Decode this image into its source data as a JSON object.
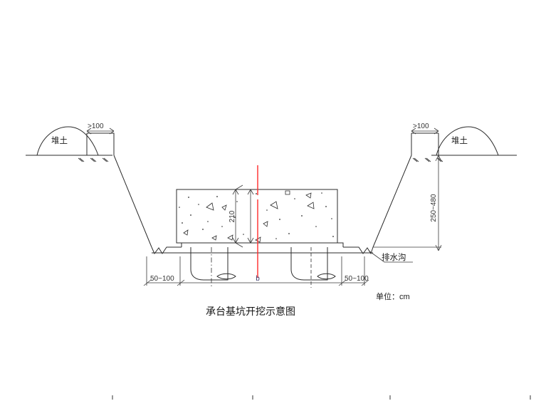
{
  "drawing": {
    "title": "承台基坑开挖示意图",
    "unit_note": "单位：cm",
    "labels": {
      "soil_pile_left": "堆土",
      "soil_pile_right": "堆土",
      "drain_ditch": "排水沟"
    },
    "dimensions": {
      "berm_left": ">100",
      "berm_right": ">100",
      "pit_depth_right": "250~480",
      "cap_height": "210",
      "offset_left": "50~100",
      "offset_right": "50~100",
      "cap_width": "b"
    },
    "colors": {
      "line": "#2b2b2b",
      "centerline": "#ff2a2a",
      "dimension_text": "#333333",
      "title_text": "#141414"
    },
    "icons": {
      "centerline": "centerline-icon",
      "hatch": "ground-hatch-icon",
      "aggregate": "concrete-aggregate-icon"
    }
  }
}
